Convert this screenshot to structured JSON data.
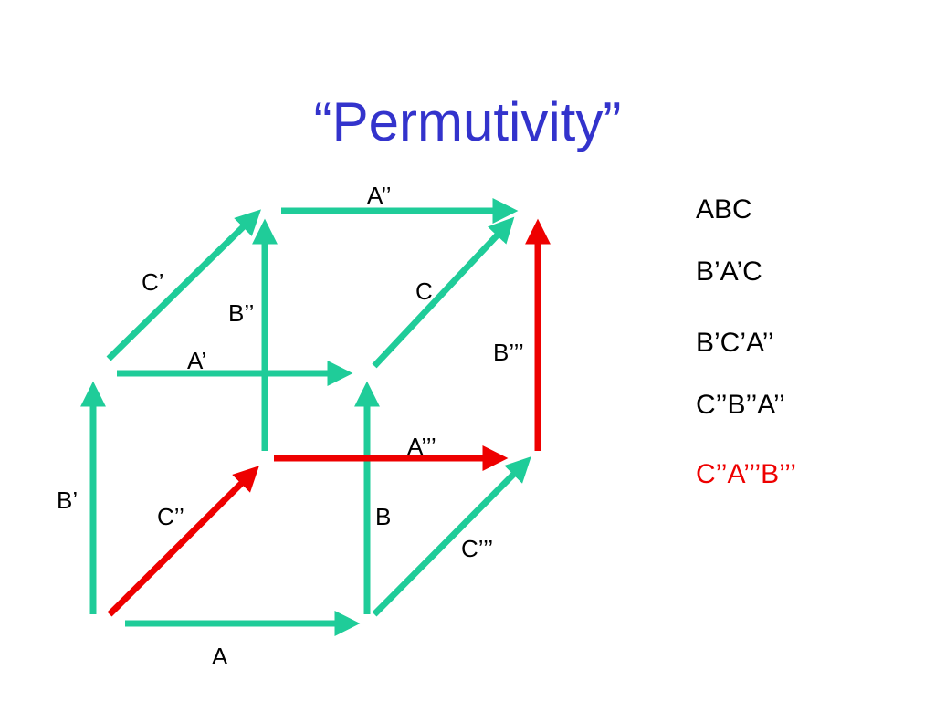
{
  "title": "“Permutivity”",
  "colors": {
    "title": "#3333cc",
    "edge_default": "#1fcc99",
    "edge_highlight": "#ee0000",
    "text": "#000000"
  },
  "edge_labels": {
    "a": "A",
    "a1": "A’",
    "a2": "A’’",
    "a3": "A’’’",
    "b": "B",
    "b1": "B’",
    "b2": "B’’",
    "b3": "B’’’",
    "c": "C",
    "c1": "C’",
    "c2": "C’’",
    "c3": "C’’’"
  },
  "paths": [
    {
      "label": "ABC",
      "highlight": false
    },
    {
      "label": "B’A’C",
      "highlight": false
    },
    {
      "label": "B’C’A’’",
      "highlight": false
    },
    {
      "label": "C’’B’’A’’",
      "highlight": false
    },
    {
      "label": "C’’A’’’B’’’",
      "highlight": true
    }
  ]
}
